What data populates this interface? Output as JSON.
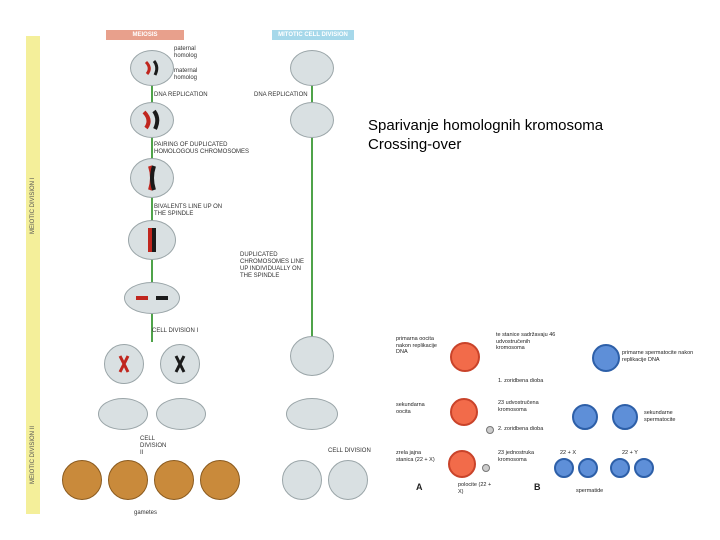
{
  "left_diagram": {
    "meiosis_header": "MEIOSIS",
    "mitotic_header": "MITOTIC CELL DIVISION",
    "paternal_label": "paternal homolog",
    "maternal_label": "maternal homolog",
    "dna_replication_left": "DNA REPLICATION",
    "dna_replication_right": "DNA REPLICATION",
    "pairing_label": "PAIRING OF DUPLICATED HOMOLOGOUS CHROMOSOMES",
    "bivalents_label": "BIVALENTS LINE UP ON THE SPINDLE",
    "duplicated_label": "DUPLICATED CHROMOSOMES LINE UP INDIVIDUALLY ON THE SPINDLE",
    "cell_division_1": "CELL DIVISION I",
    "cell_division_2": "CELL DIVISION II",
    "cell_division_right": "CELL DIVISION",
    "gametes": "gametes",
    "meiotic_division_1": "MEIOTIC DIVISION I",
    "meiotic_division_2": "MEIOTIC DIVISION II",
    "colors": {
      "meiosis_header": "#e8a08c",
      "mitotic_header": "#a6d8ea",
      "side_band": "#f4ef9a",
      "arrow": "#4fa34a",
      "maternal": "#c0261e",
      "paternal": "#1a1a1a"
    }
  },
  "caption": {
    "line1": "Sparivanje homolognih kromosoma",
    "line2": "Crossing-over"
  },
  "right_diagram": {
    "primarna_oocita": "primarna oocita nakon replikacije DNA",
    "te_stanice": "te stanice sadržavaju 46 udvostručenih kromosoma",
    "primarne_spermatocite": "primarne spermatocite nakon replikacije DNA",
    "prva_dioba": "1. zoridbena dioba",
    "sekundarna_oocita": "sekundarna oocita",
    "udvostrucena": "23 udvostručena kromosoma",
    "sekundarne_spermatocite": "sekundarne spermatocite",
    "druga_dioba": "2. zoridbena dioba",
    "zrela_jajna": "zrela jajna stanica (22 + X)",
    "jednostruka": "23 jednostruka kromosoma",
    "polocite": "polocite (22 + X)",
    "spermatide": "spermatide",
    "label_a": "A",
    "label_b": "B",
    "x_label": "22 + X",
    "y_label": "22 + Y",
    "colors": {
      "egg": "#f26b4a",
      "egg_border": "#c9432a",
      "sperm": "#5e8fd8",
      "sperm_border": "#2d5fa8"
    }
  }
}
